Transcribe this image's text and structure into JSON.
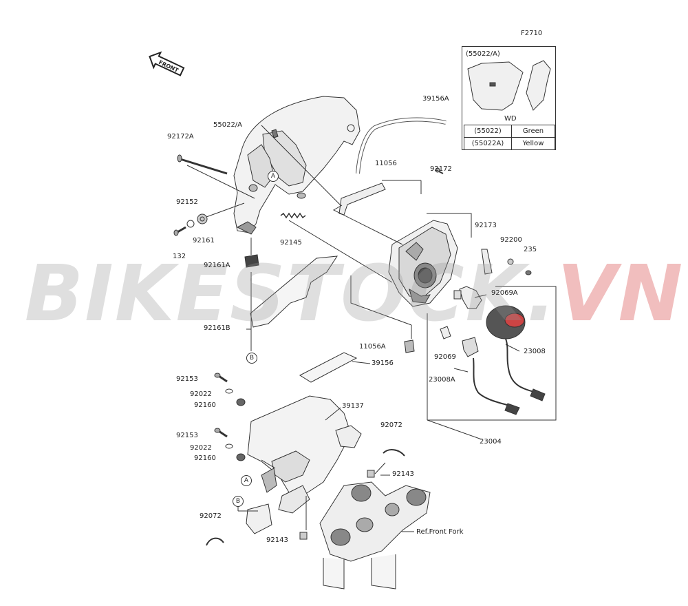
{
  "figure_code": "F2710",
  "front_label": "FRONT",
  "watermark": {
    "part1": "BIKESTOCK.",
    "part2": "VN"
  },
  "inset": {
    "title": "(55022/A)",
    "wd_label": "WD",
    "rows": [
      {
        "code": "(55022)",
        "color": "Green"
      },
      {
        "code": "(55022A)",
        "color": "Yellow"
      }
    ]
  },
  "callouts": {
    "c_55022A": "55022/A",
    "c_92172A": "92172A",
    "c_39156A": "39156A",
    "c_11056": "11056",
    "c_92172": "92172",
    "c_92152": "92152",
    "c_92161": "92161",
    "c_132": "132",
    "c_92145": "92145",
    "c_92161A": "92161A",
    "c_92173": "92173",
    "c_92200": "92200",
    "c_235": "235",
    "c_92069A": "92069A",
    "c_92161B": "92161B",
    "c_11056A": "11056A",
    "c_92069": "92069",
    "c_23008": "23008",
    "c_39156": "39156",
    "c_23008A": "23008A",
    "c_92153a": "92153",
    "c_92022a": "92022",
    "c_92160a": "92160",
    "c_39137": "39137",
    "c_92072a": "92072",
    "c_23004": "23004",
    "c_92153b": "92153",
    "c_92022b": "92022",
    "c_92160b": "92160",
    "c_92143a": "92143",
    "c_92072b": "92072",
    "c_92143b": "92143",
    "c_ref_fork": "Ref.Front Fork"
  },
  "markers": {
    "a": "A",
    "b": "B"
  }
}
